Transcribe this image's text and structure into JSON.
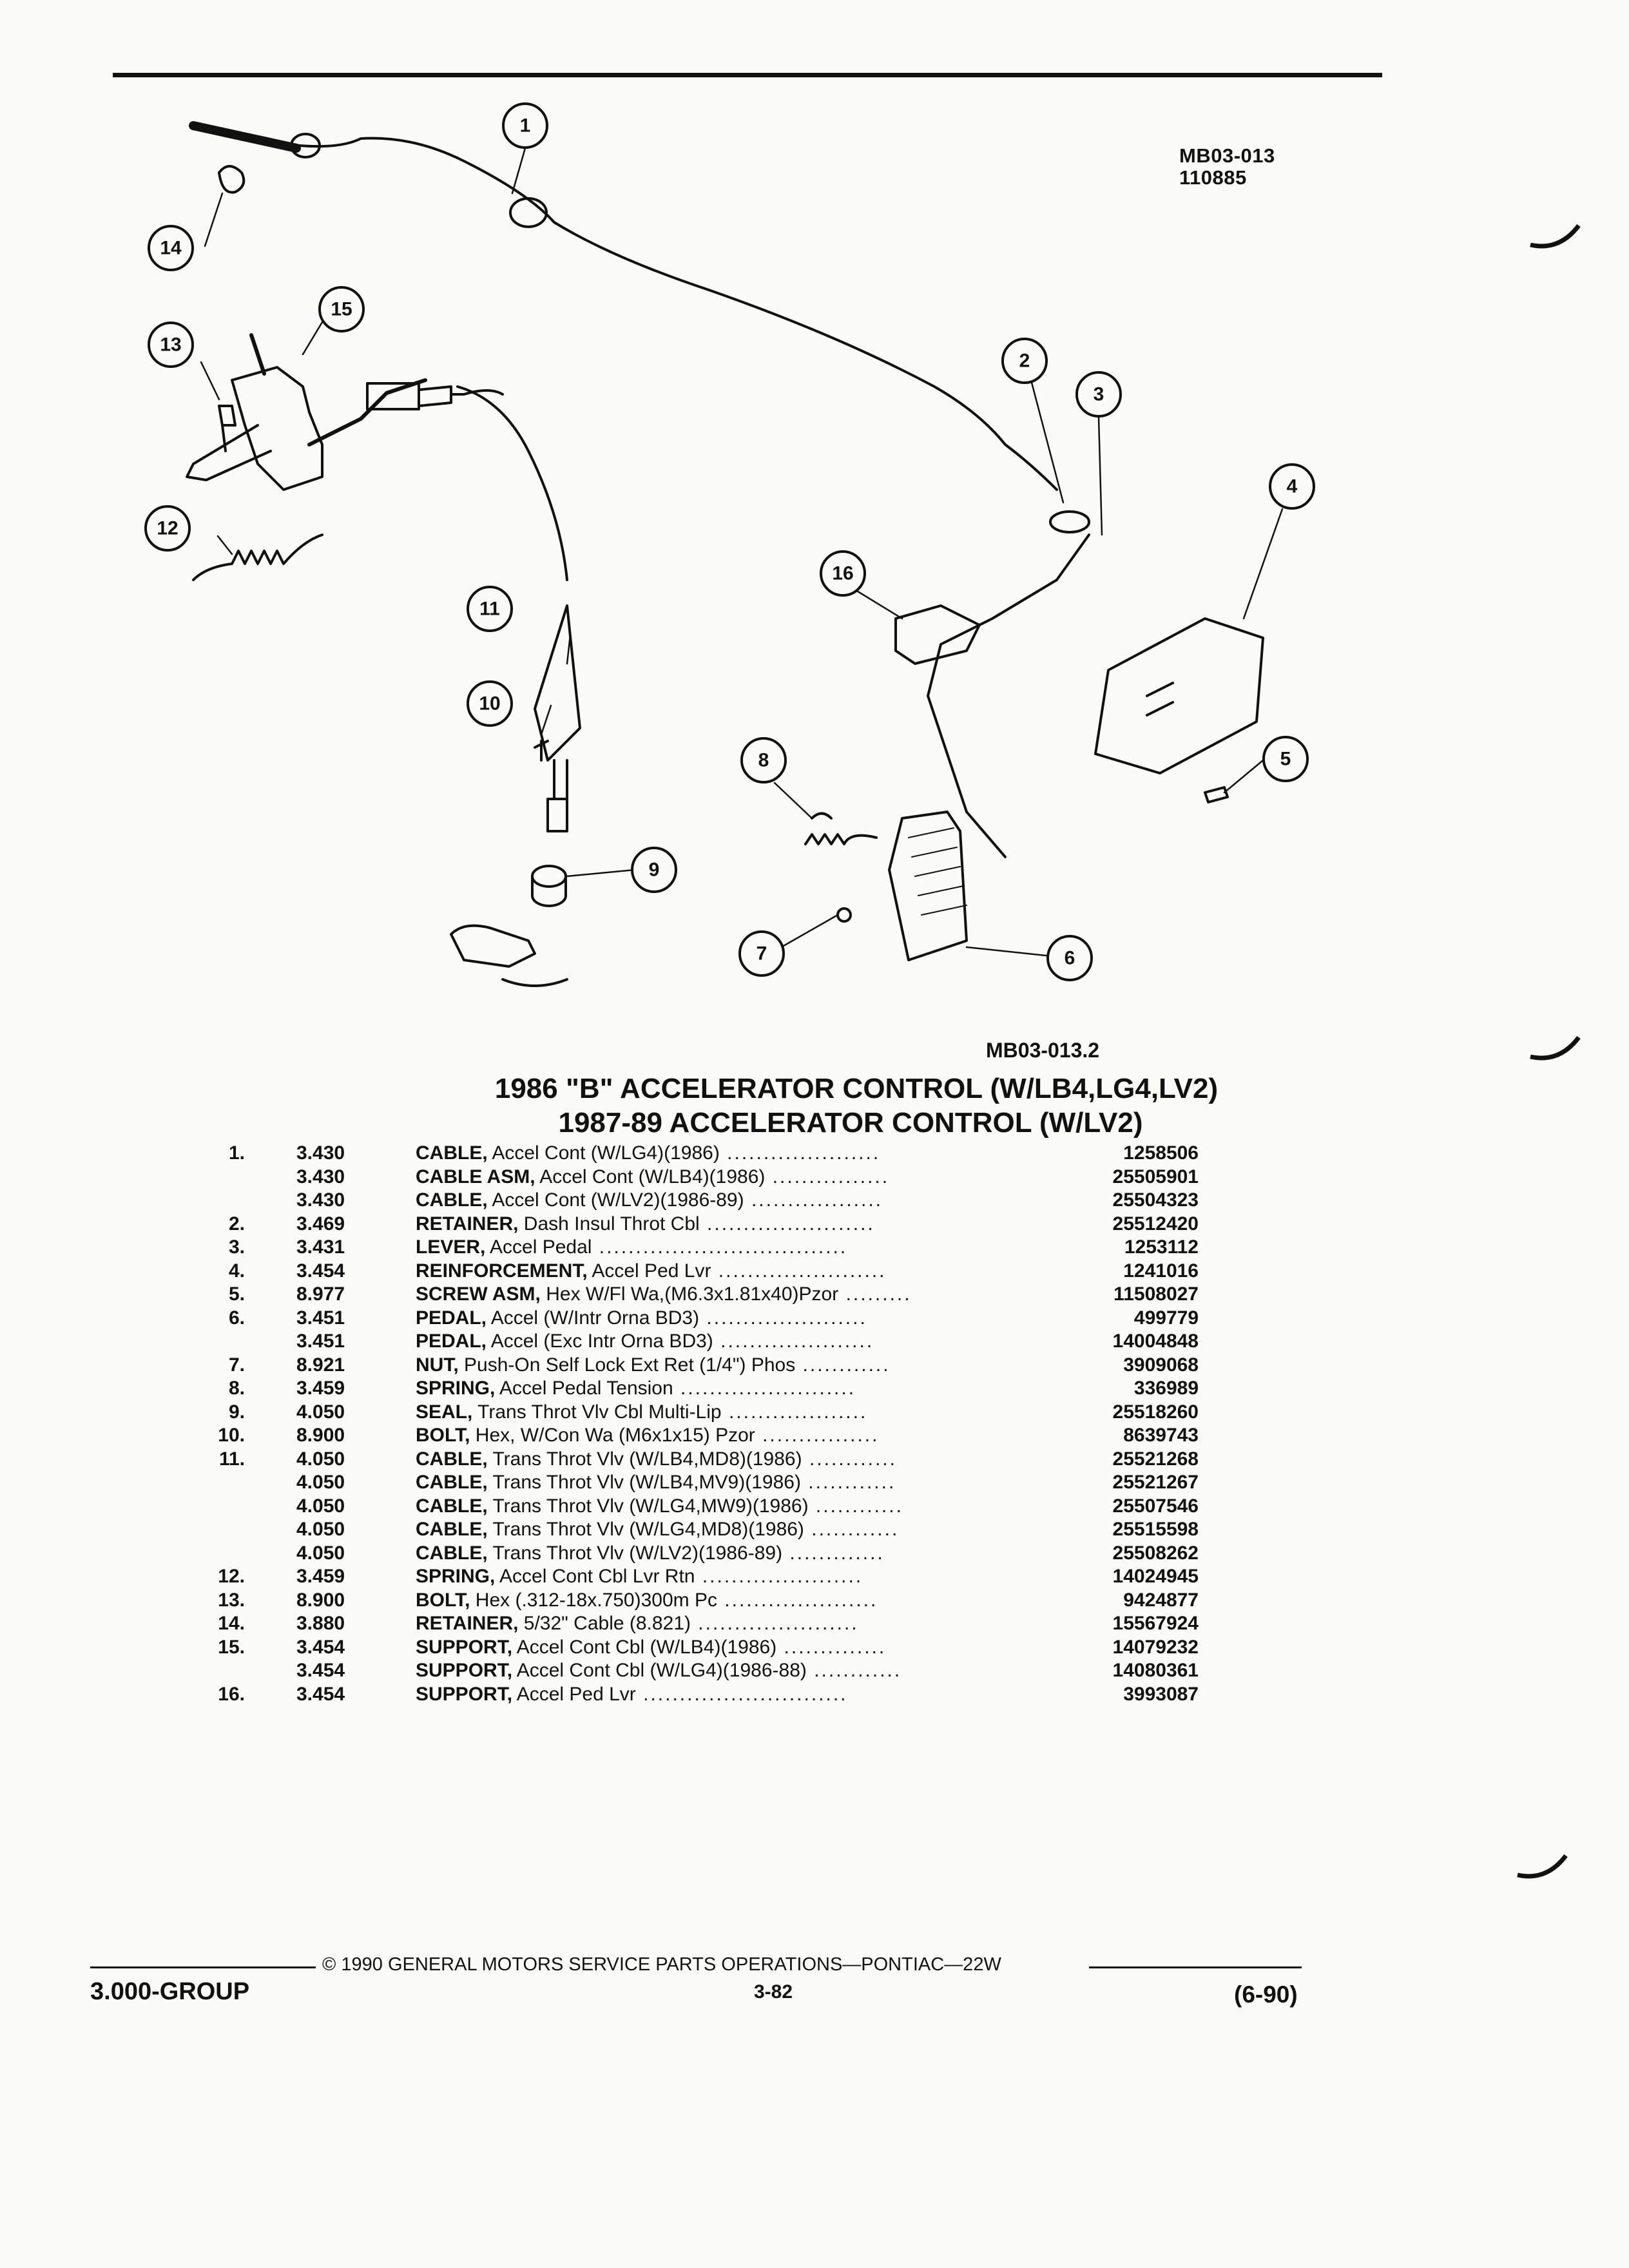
{
  "header": {
    "figure_id": "MB03-013",
    "figure_code": "110885"
  },
  "diagram": {
    "reference": "MB03-013.2",
    "callouts": [
      "1",
      "2",
      "3",
      "4",
      "5",
      "6",
      "7",
      "8",
      "9",
      "10",
      "11",
      "12",
      "13",
      "14",
      "15",
      "16"
    ]
  },
  "title": {
    "line1": "1986 \"B\" ACCELERATOR CONTROL (W/LB4,LG4,LV2)",
    "line2": "1987-89 ACCELERATOR CONTROL (W/LV2)"
  },
  "parts": [
    {
      "index": "1.",
      "group": "3.430",
      "name": "CABLE,",
      "desc": " Accel Cont (W/LG4)(1986)",
      "dots": " .....................",
      "part_no": "1258506"
    },
    {
      "index": "",
      "group": "3.430",
      "name": "CABLE ASM,",
      "desc": " Accel Cont (W/LB4)(1986)",
      "dots": " ................",
      "part_no": "25505901"
    },
    {
      "index": "",
      "group": "3.430",
      "name": "CABLE,",
      "desc": " Accel Cont (W/LV2)(1986-89)",
      "dots": " ..................",
      "part_no": "25504323"
    },
    {
      "index": "2.",
      "group": "3.469",
      "name": "RETAINER,",
      "desc": " Dash Insul Throt Cbl",
      "dots": " .......................",
      "part_no": "25512420"
    },
    {
      "index": "3.",
      "group": "3.431",
      "name": "LEVER,",
      "desc": " Accel Pedal",
      "dots": " ..................................",
      "part_no": "1253112"
    },
    {
      "index": "4.",
      "group": "3.454",
      "name": "REINFORCEMENT,",
      "desc": " Accel Ped Lvr",
      "dots": " .......................",
      "part_no": "1241016"
    },
    {
      "index": "5.",
      "group": "8.977",
      "name": "SCREW ASM,",
      "desc": " Hex W/Fl Wa,(M6.3x1.81x40)Pzor",
      "dots": " .........",
      "part_no": "11508027"
    },
    {
      "index": "6.",
      "group": "3.451",
      "name": "PEDAL,",
      "desc": " Accel (W/Intr Orna BD3)",
      "dots": " ......................",
      "part_no": "499779"
    },
    {
      "index": "",
      "group": "3.451",
      "name": "PEDAL,",
      "desc": " Accel (Exc Intr Orna BD3)",
      "dots": " .....................",
      "part_no": "14004848"
    },
    {
      "index": "7.",
      "group": "8.921",
      "name": "NUT,",
      "desc": " Push-On Self Lock Ext Ret (1/4\") Phos",
      "dots": " ............",
      "part_no": "3909068"
    },
    {
      "index": "8.",
      "group": "3.459",
      "name": "SPRING,",
      "desc": " Accel Pedal Tension",
      "dots": " ........................",
      "part_no": "336989"
    },
    {
      "index": "9.",
      "group": "4.050",
      "name": "SEAL,",
      "desc": " Trans Throt Vlv Cbl Multi-Lip",
      "dots": " ...................",
      "part_no": "25518260"
    },
    {
      "index": "10.",
      "group": "8.900",
      "name": "BOLT,",
      "desc": " Hex, W/Con Wa (M6x1x15) Pzor",
      "dots": " ................",
      "part_no": "8639743"
    },
    {
      "index": "11.",
      "group": "4.050",
      "name": "CABLE,",
      "desc": " Trans Throt Vlv (W/LB4,MD8)(1986)",
      "dots": " ............",
      "part_no": "25521268"
    },
    {
      "index": "",
      "group": "4.050",
      "name": "CABLE,",
      "desc": " Trans Throt Vlv (W/LB4,MV9)(1986)",
      "dots": " ............",
      "part_no": "25521267"
    },
    {
      "index": "",
      "group": "4.050",
      "name": "CABLE,",
      "desc": " Trans Throt Vlv (W/LG4,MW9)(1986)",
      "dots": " ............",
      "part_no": "25507546"
    },
    {
      "index": "",
      "group": "4.050",
      "name": "CABLE,",
      "desc": " Trans Throt Vlv (W/LG4,MD8)(1986)",
      "dots": " ............",
      "part_no": "25515598"
    },
    {
      "index": "",
      "group": "4.050",
      "name": "CABLE,",
      "desc": " Trans Throt Vlv (W/LV2)(1986-89)",
      "dots": " .............",
      "part_no": "25508262"
    },
    {
      "index": "12.",
      "group": "3.459",
      "name": "SPRING,",
      "desc": " Accel Cont Cbl Lvr Rtn",
      "dots": " ......................",
      "part_no": "14024945"
    },
    {
      "index": "13.",
      "group": "8.900",
      "name": "BOLT,",
      "desc": " Hex (.312-18x.750)300m Pc",
      "dots": " .....................",
      "part_no": "9424877"
    },
    {
      "index": "14.",
      "group": "3.880",
      "name": "RETAINER,",
      "desc": " 5/32\" Cable (8.821)",
      "dots": " ......................",
      "part_no": "15567924"
    },
    {
      "index": "15.",
      "group": "3.454",
      "name": "SUPPORT,",
      "desc": " Accel Cont Cbl (W/LB4)(1986)",
      "dots": " ..............",
      "part_no": "14079232"
    },
    {
      "index": "",
      "group": "3.454",
      "name": "SUPPORT,",
      "desc": " Accel Cont Cbl (W/LG4)(1986-88)",
      "dots": " ............",
      "part_no": "14080361"
    },
    {
      "index": "16.",
      "group": "3.454",
      "name": "SUPPORT,",
      "desc": " Accel Ped Lvr",
      "dots": " ............................",
      "part_no": "3993087"
    }
  ],
  "footer": {
    "copyright": "© 1990 GENERAL MOTORS SERVICE PARTS OPERATIONS—PONTIAC—22W",
    "group": "3.000-GROUP",
    "page": "3-82",
    "date_code": "(6-90)"
  }
}
